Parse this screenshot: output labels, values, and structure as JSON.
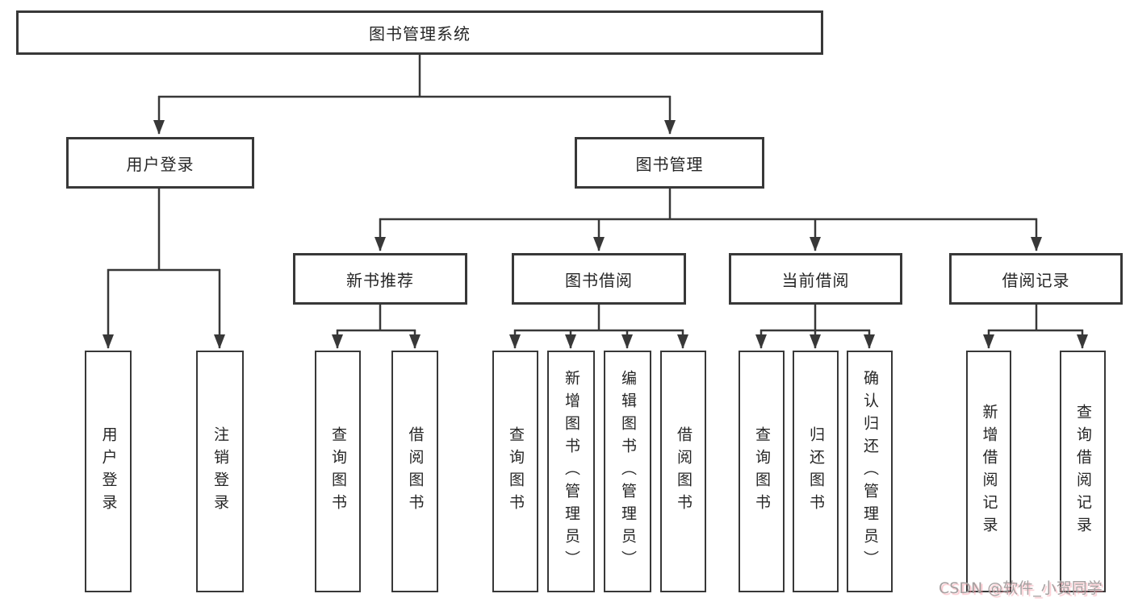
{
  "diagram_title": "图书管理系统",
  "tree": {
    "root": {
      "label": "图书管理系统"
    },
    "branches": [
      {
        "label": "用户登录",
        "children": [
          {
            "label": "用户登录"
          },
          {
            "label": "注销登录"
          }
        ]
      },
      {
        "label": "图书管理",
        "children": [
          {
            "label": "新书推荐",
            "children": [
              {
                "label": "查询图书"
              },
              {
                "label": "借阅图书"
              }
            ]
          },
          {
            "label": "图书借阅",
            "children": [
              {
                "label": "查询图书"
              },
              {
                "label": "新增图书（管理员）"
              },
              {
                "label": "编辑图书（管理员）"
              },
              {
                "label": "借阅图书"
              }
            ]
          },
          {
            "label": "当前借阅",
            "children": [
              {
                "label": "查询图书"
              },
              {
                "label": "归还图书"
              },
              {
                "label": "确认归还（管理员）"
              }
            ]
          },
          {
            "label": "借阅记录",
            "children": [
              {
                "label": "新增借阅记录"
              },
              {
                "label": "查询借阅记录"
              }
            ]
          }
        ]
      }
    ]
  },
  "watermark": {
    "text": "CSDN @软件_小贺同学"
  },
  "colors": {
    "line": "#383838",
    "text": "#262626",
    "background": "#ffffff",
    "watermark_gray": "#a5a0a0",
    "watermark_pink": "#f896a2"
  }
}
